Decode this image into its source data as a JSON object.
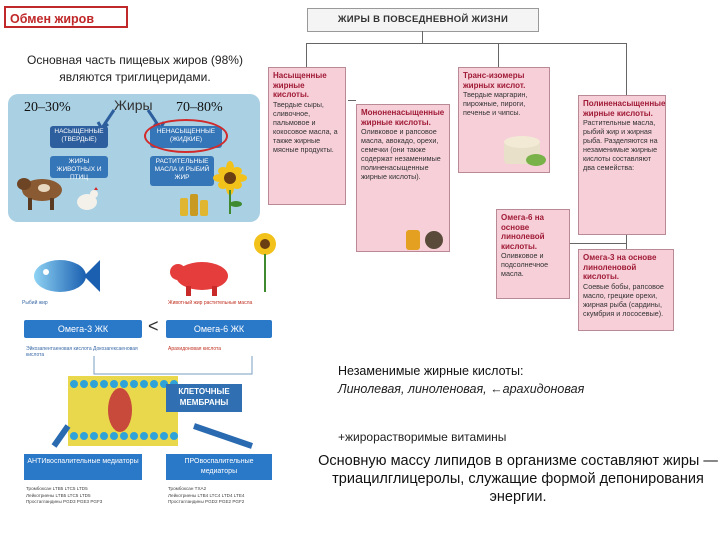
{
  "title": "Обмен жиров",
  "intro": "Основная часть пищевых жиров (98%) являются триглицеридами.",
  "fats_diagram": {
    "pct_left": "20–30%",
    "fats_word": "Жиры",
    "pct_right": "70–80%",
    "saturated": "НАСЫЩЕННЫЕ (ТВЕРДЫЕ)",
    "unsaturated": "НЕНАСЫЩЕННЫЕ (ЖИДКИЕ)",
    "animal": "ЖИРЫ ЖИВОТНЫХ И ПТИЦ",
    "plant": "РАСТИТЕЛЬНЫЕ МАСЛА И РЫБИЙ ЖИР"
  },
  "everyday": {
    "header": "ЖИРЫ В ПОВСЕДНЕВНОЙ ЖИЗНИ",
    "saturated_title": "Насыщенные жирные кислоты.",
    "saturated_text": "Твердые сыры, сливочное, пальмовое и кокосовое масла, а также жирные мясные продукты.",
    "trans_title": "Транс-изомеры жирных кислот.",
    "trans_text": "Твердые маргарин, пирожные, пироги, печенье и чипсы.",
    "mono_title": "Мононенасыщенные жирные кислоты.",
    "mono_text": "Оливковое и рапсовое масла, авокадо, орехи, семечки (они также содержат незаменимые полиненасыщенные жирные кислоты).",
    "poly_title": "Полиненасыщенные жирные кислоты.",
    "poly_text": "Растительные масла, рыбий жир и жирная рыба. Разделяются на незаменимые жирные кислоты составляют два семейства:",
    "omega6_title": "Омега-6 на основе линолевой кислоты.",
    "omega6_text": "Оливковое и подсолнечное масла.",
    "omega3_title": "Омега-3 на основе линоленовой кислоты.",
    "omega3_text": "Соевые бобы, рапсовое масло, грецкие орехи, жирная рыба (сардины, скумбрия и лососевые)."
  },
  "omega_diagram": {
    "fish_caption": "Рыбий жир",
    "pig_caption": "Животный жир растительные масла",
    "omega3": "Омега-3 ЖК",
    "omega6": "Омега-6 ЖК",
    "less_than": "<",
    "o3_sub": "Эйкозапентаеновая кислота Докозагексаеновая кислота",
    "o6_sub": "Арахидоновая кислота",
    "membranes": "КЛЕТОЧНЫЕ МЕМБРАНЫ",
    "anti": "АНТИвоспалительные медиаторы",
    "pro": "ПРОвоспалительные медиаторы",
    "anti_list": [
      "Тромбоксан LTB5 LTC5 LTD5",
      "Лейкотриены LTB5 LTC5 LTD5",
      "Простагландины PGD3 PGE3 PGF3"
    ],
    "pro_list": [
      "Тромбоксан TXA2",
      "Лейкотриены LTB4 LTC4 LTD4 LTE4",
      "Простагландины PGD2 PGE2 PGF2"
    ]
  },
  "essential_title": "Незаменимые жирные кислоты:",
  "essential_acids": "Линолевая, линоленовая, ←арахидоновая",
  "vitamins": "+жирорастворимые витамины",
  "final_text": "Основную массу липидов в организме составляют жиры — триацилглицеролы, служащие формой депонирования энергии.",
  "colors": {
    "accent_red": "#c0282a",
    "panel_blue": "#a9d0e3",
    "pink": "#f6cfd9",
    "omega_blue": "#2a78c8"
  }
}
